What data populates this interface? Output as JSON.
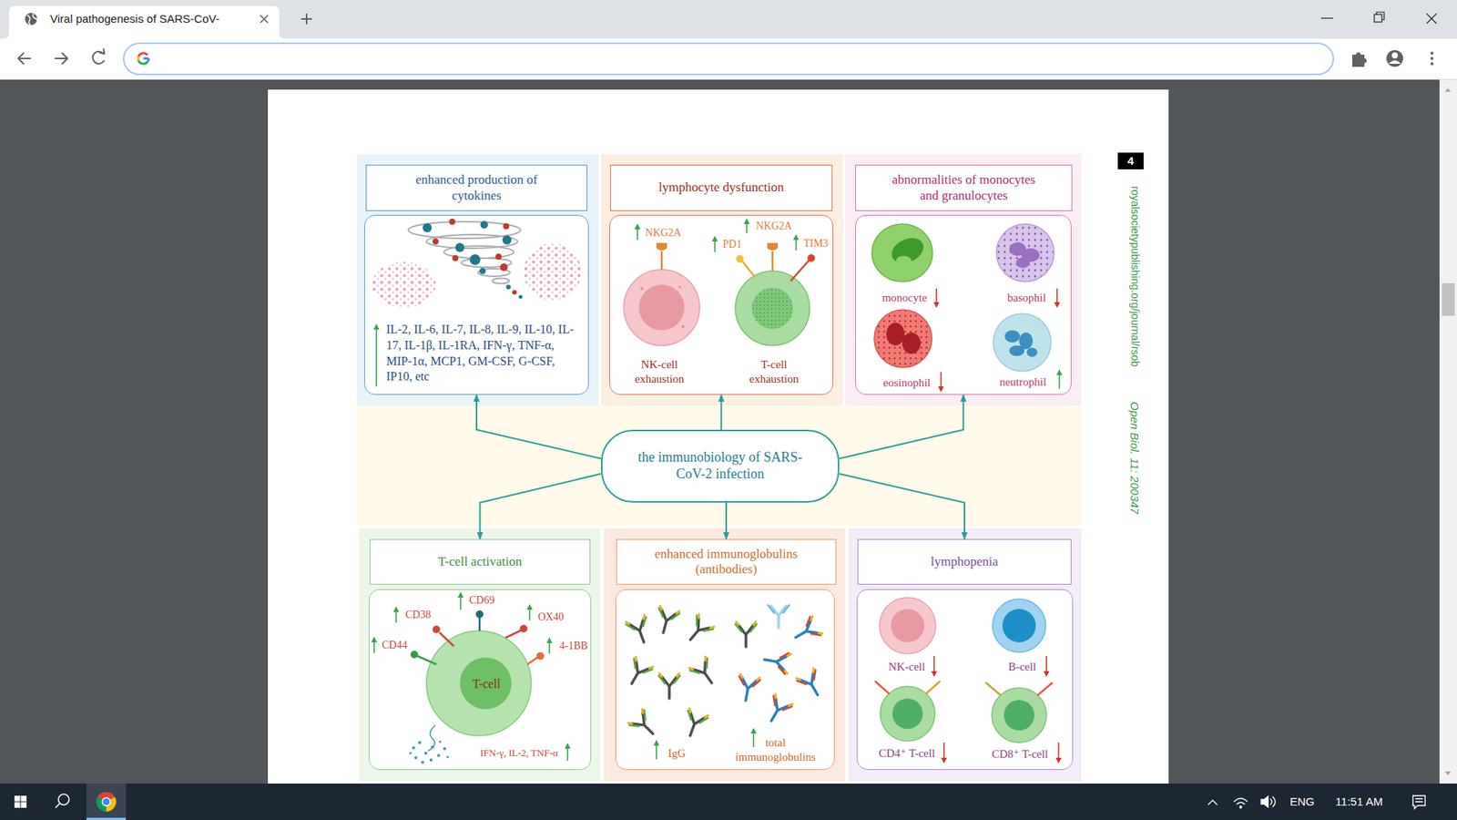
{
  "diagram": {
    "nodes": [
      {
        "text": [
          "enhanced production of cytokines"
        ]
      },
      {
        "text": [
          "IL-2, IL-6, IL-7, IL-8, IL-9, IL-10, IL-17, IL-1β, IL-1RA, IFN-γ, TNF-α, MIP-1α, MCP1, GM-CSF, G-CSF, IP10, etc"
        ]
      },
      {
        "text": [
          "lymphocyte dysfunction"
        ]
      },
      {
        "text": [
          "NKG2A",
          "NKG2A",
          "PD1",
          "TIM3",
          "NK-cell exhaustion",
          "T-cell exhaustion"
        ]
      },
      {
        "text": [
          "abnormalities of monocytes and granulocytes"
        ]
      },
      {
        "text": [
          "monocyte",
          "basophil",
          "eosinophil",
          "neutrophil"
        ]
      },
      {
        "text": [
          "the immunobiology of SARS-CoV-2 infection"
        ]
      },
      {
        "text": [
          "T-cell activation"
        ]
      },
      {
        "text": [
          "CD69",
          "CD38",
          "OX40",
          "CD44",
          "4-1BB",
          "T-cell",
          "IFN-γ, IL-2, TNF-α"
        ]
      },
      {
        "text": [
          "enhanced immunoglobulins (antibodies)"
        ]
      },
      {
        "text": [
          "IgG",
          "total immunoglobulins"
        ]
      },
      {
        "text": [
          "lymphopenia"
        ]
      },
      {
        "text": [
          "NK-cell",
          "B-cell",
          "CD4⁺ T-cell",
          "CD8⁺ T-cell"
        ]
      }
    ],
    "edges": [
      {
        "from": 6,
        "to": 1,
        "arrow": "to"
      },
      {
        "from": 6,
        "to": 3,
        "arrow": "to"
      },
      {
        "from": 6,
        "to": 5,
        "arrow": "to"
      },
      {
        "from": 6,
        "to": 7,
        "arrow": "to"
      },
      {
        "from": 6,
        "to": 9,
        "arrow": "to"
      },
      {
        "from": 6,
        "to": 11,
        "arrow": "to"
      }
    ],
    "labels": [
      "Viral pathogenesis of SARS-CoV-",
      "4",
      "royalsocietypublishing.org/journal/rsob",
      "Open Biol. 11: 200347",
      "ENG",
      "11:51 AM"
    ]
  }
}
